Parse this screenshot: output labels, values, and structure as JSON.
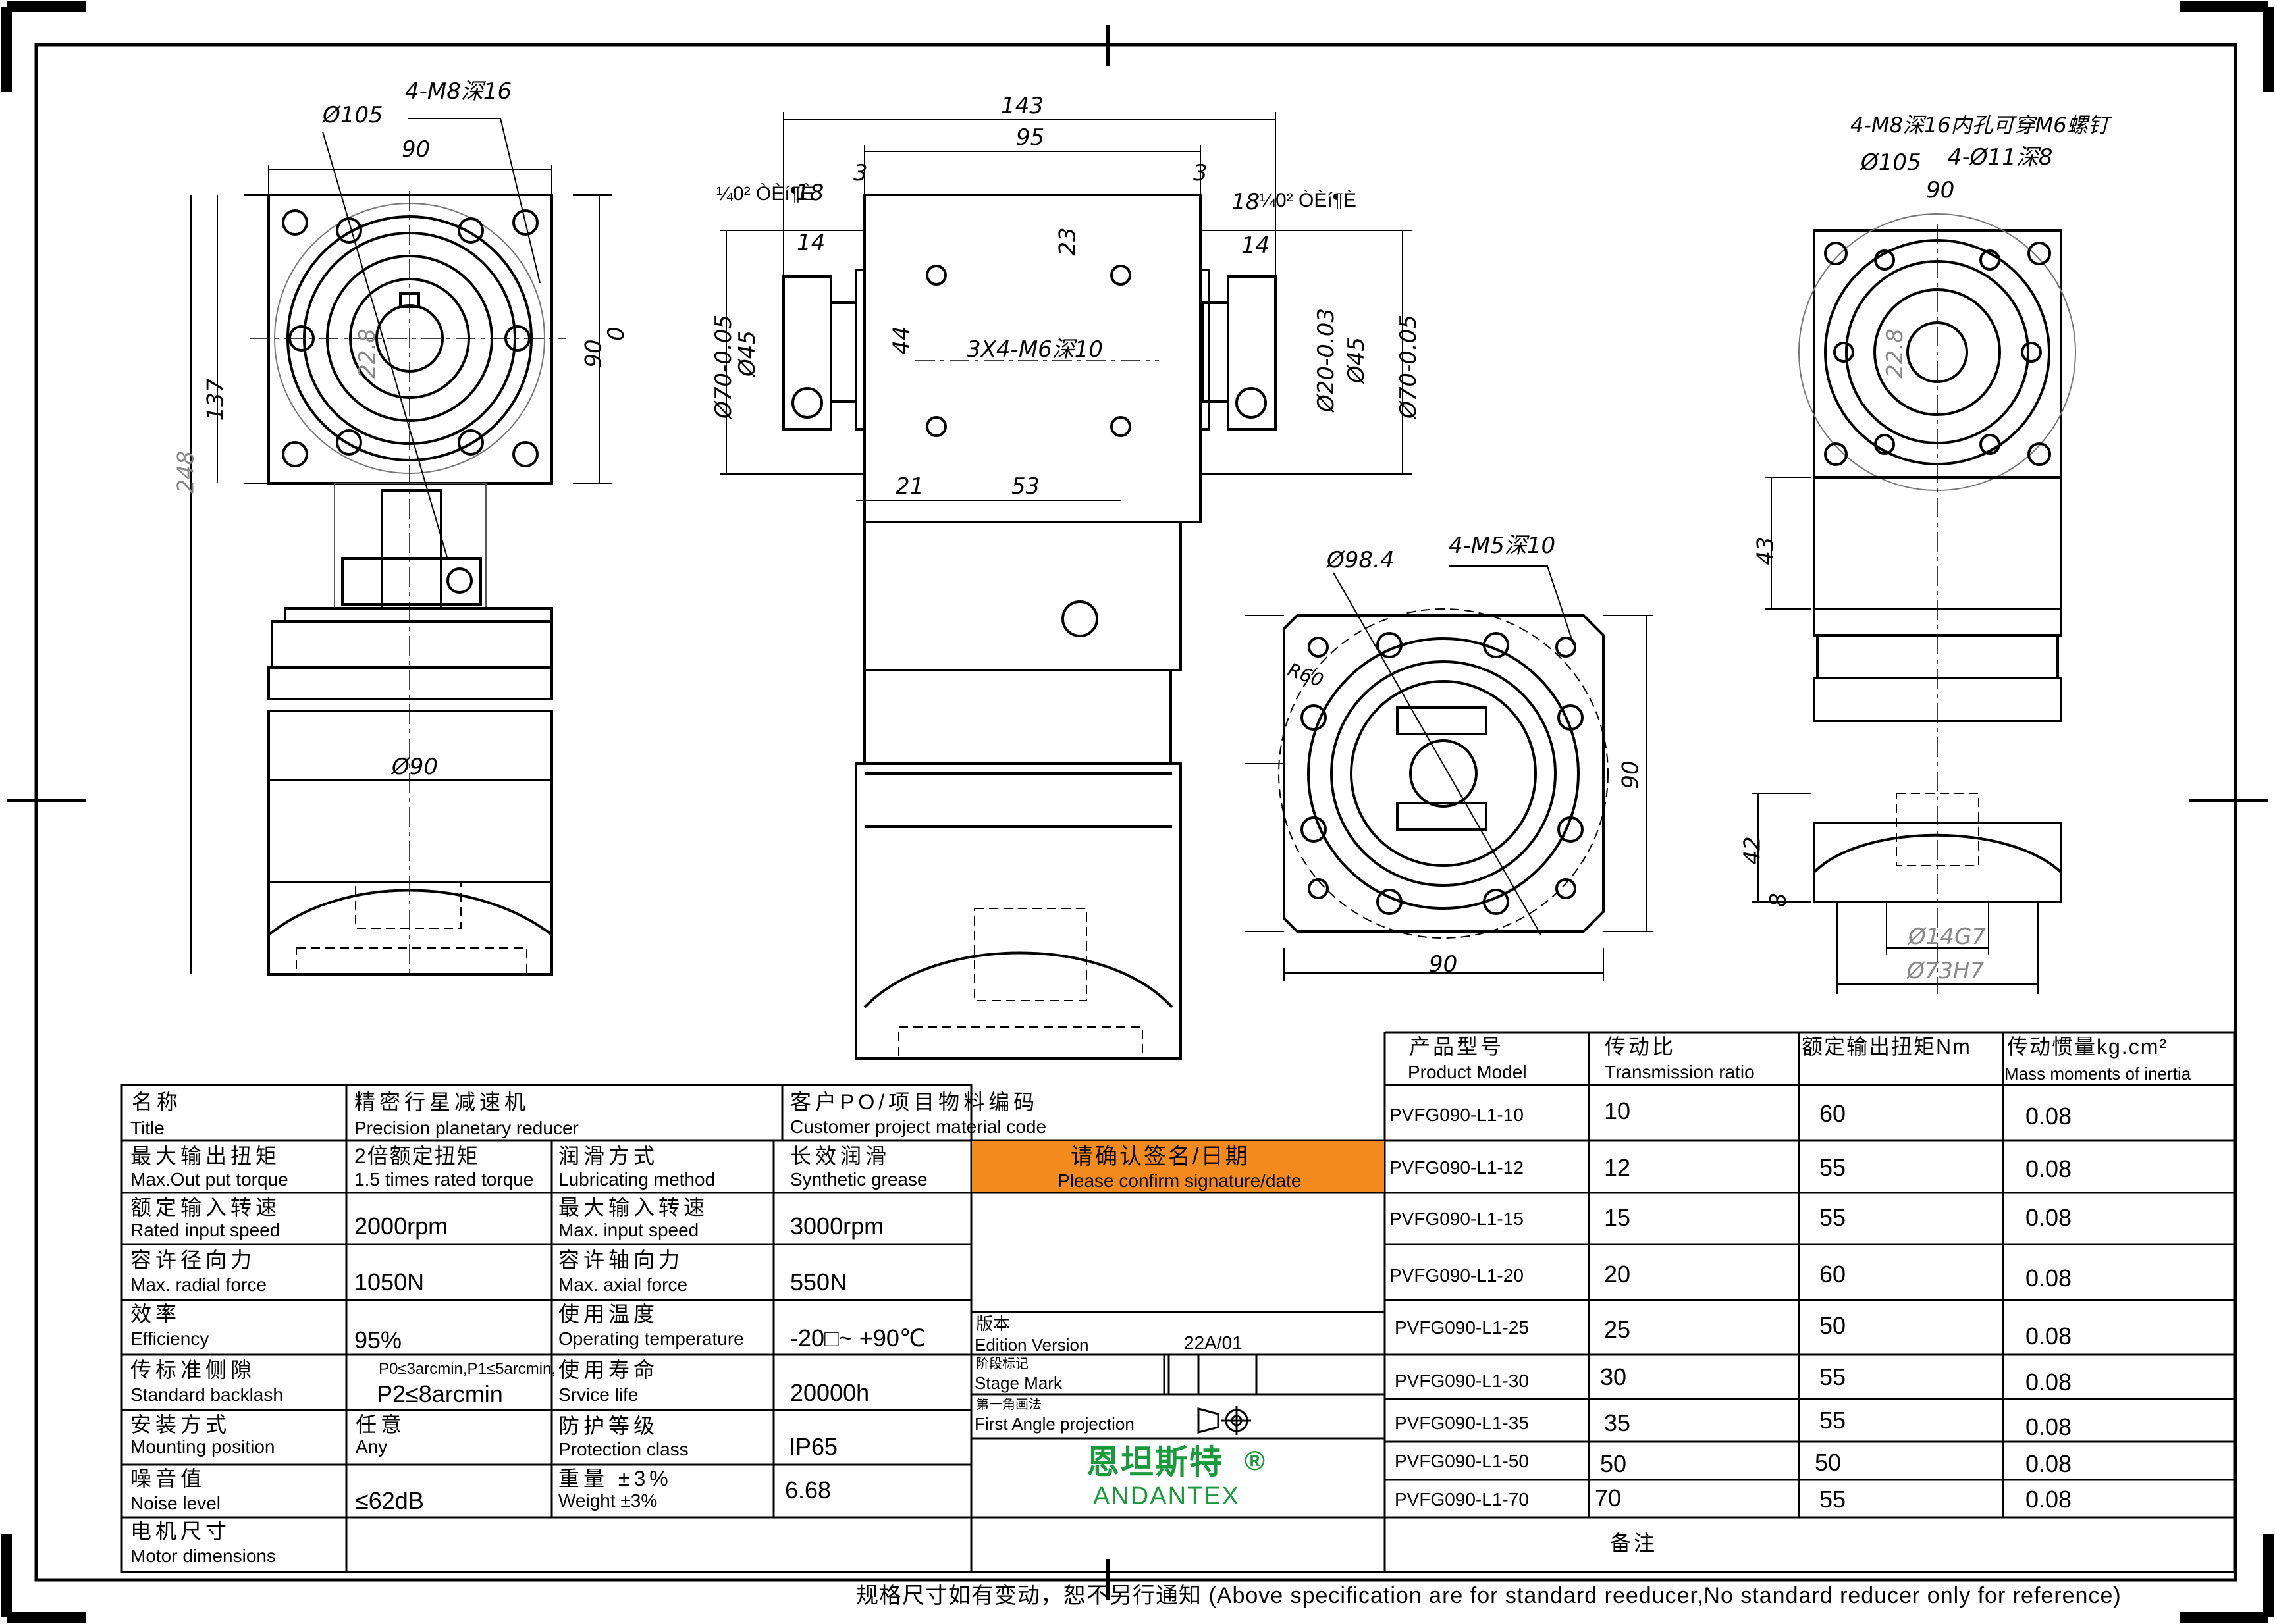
{
  "views": {
    "left": {
      "d105": "Ø105",
      "holes": "4-M8深16",
      "w90": "90",
      "h90": "90",
      "h137": "137",
      "h248": "248",
      "phi90": "Ø90",
      "d22_8": "22.8",
      "zero": "0"
    },
    "front": {
      "d143": "143",
      "d95": "95",
      "d3a": "3",
      "d3b": "3",
      "d18a": "18",
      "d18b": "18",
      "note_l": "¼0² ÒÈí¶È",
      "note_r": "¼0² ÒÈí¶È",
      "d14a": "14",
      "d14b": "14",
      "d23": "23",
      "d44": "44",
      "holes": "3X4-M6深10",
      "d70a": "Ø70-0.05",
      "d45a": "Ø45",
      "d20": "Ø20-0.03",
      "d45b": "Ø45",
      "d70b": "Ø70-0.05",
      "d21": "21",
      "d53": "53"
    },
    "right": {
      "holes1": "4-M8深16内孔可穿M6螺钉",
      "d105": "Ø105",
      "holes2": "4-Ø11深8",
      "w90": "90",
      "d22_8": "22.8",
      "h43": "43",
      "h42": "42",
      "h8": "8",
      "d14": "Ø14G7",
      "d73": "Ø73H7"
    },
    "bottom": {
      "d98": "Ø98.4",
      "holes": "4-M5深10",
      "r60": "R60",
      "w90": "90",
      "h90": "90"
    }
  },
  "spec": {
    "name_cn": "名称",
    "name_en": "Title",
    "title_cn": "精密行星减速机",
    "title_en": "Precision planetary reducer",
    "po_cn": "客户PO/项目物料编码",
    "po_en": "Customer project material code",
    "rows": [
      {
        "l_cn": "最大输出扭矩",
        "l_en": "Max.Out put torque",
        "l_v1": "2倍额定扭矩",
        "l_v2": "1.5 times rated torque",
        "r_cn": "润滑方式",
        "r_en": "Lubricating method",
        "r_v1": "长效润滑",
        "r_v2": "Synthetic grease"
      },
      {
        "l_cn": "额定输入转速",
        "l_en": "Rated input speed",
        "l_v1": "2000rpm",
        "l_v2": "",
        "r_cn": "最大输入转速",
        "r_en": "Max. input speed",
        "r_v1": "3000rpm",
        "r_v2": ""
      },
      {
        "l_cn": "容许径向力",
        "l_en": "Max. radial force",
        "l_v1": "1050N",
        "l_v2": "",
        "r_cn": "容许轴向力",
        "r_en": "Max. axial force",
        "r_v1": "550N",
        "r_v2": ""
      },
      {
        "l_cn": "效率",
        "l_en": "Efficiency",
        "l_v1": "95%",
        "l_v2": "",
        "r_cn": "使用温度",
        "r_en": "Operating temperature",
        "r_v1": "-20□~ +90℃",
        "r_v2": ""
      },
      {
        "l_cn": "传标准侧隙",
        "l_en": "Standard backlash",
        "l_v1": "P0≤3arcmin,P1≤5arcmin,",
        "l_v2": "P2≤8arcmin",
        "r_cn": "使用寿命",
        "r_en": "Srvice life",
        "r_v1": "20000h",
        "r_v2": ""
      },
      {
        "l_cn": "安装方式",
        "l_en": "Mounting position",
        "l_v1": "任意",
        "l_v2": "Any",
        "r_cn": "防护等级",
        "r_en": "Protection class",
        "r_v1": "IP65",
        "r_v2": ""
      },
      {
        "l_cn": "噪音值",
        "l_en": "Noise level",
        "l_v1": "≤62dB",
        "l_v2": "",
        "r_cn": "重量 ±3%",
        "r_en": "Weight ±3%",
        "r_v1": "6.68",
        "r_v2": ""
      }
    ],
    "motor_cn": "电机尺寸",
    "motor_en": "Motor dimensions"
  },
  "confirm": {
    "cn": "请确认签名/日期",
    "en": "Please confirm signature/date",
    "color": "#f28a1e"
  },
  "edition": {
    "cn": "版本",
    "en": "Edition Version",
    "value": "22A/01"
  },
  "stage": {
    "cn": "阶段标记",
    "en": "Stage Mark"
  },
  "projection": {
    "cn": "第一角画法",
    "en": "First Angle projection"
  },
  "brand": {
    "cn": "恩坦斯特",
    "mark": "®",
    "en": "ANDANTEX",
    "color": "#1a9a3c"
  },
  "models": {
    "headers": [
      {
        "cn": "产品型号",
        "en": "Product Model"
      },
      {
        "cn": "传动比",
        "en": "Transmission ratio"
      },
      {
        "cn": "额定输出扭矩Nm",
        "en": ""
      },
      {
        "cn": "传动惯量kg.cm²",
        "en": "Mass moments of inertia"
      }
    ],
    "rows": [
      {
        "model": "PVFG090-L1-10",
        "ratio": "10",
        "torque": "60",
        "inertia": "0.08"
      },
      {
        "model": "PVFG090-L1-12",
        "ratio": "12",
        "torque": "55",
        "inertia": "0.08"
      },
      {
        "model": "PVFG090-L1-15",
        "ratio": "15",
        "torque": "55",
        "inertia": "0.08"
      },
      {
        "model": "PVFG090-L1-20",
        "ratio": "20",
        "torque": "60",
        "inertia": "0.08"
      },
      {
        "model": "PVFG090-L1-25",
        "ratio": "25",
        "torque": "50",
        "inertia": "0.08"
      },
      {
        "model": "PVFG090-L1-30",
        "ratio": "30",
        "torque": "55",
        "inertia": "0.08"
      },
      {
        "model": "PVFG090-L1-35",
        "ratio": "35",
        "torque": "55",
        "inertia": "0.08"
      },
      {
        "model": "PVFG090-L1-50",
        "ratio": "50",
        "torque": "50",
        "inertia": "0.08"
      },
      {
        "model": "PVFG090-L1-70",
        "ratio": "70",
        "torque": "55",
        "inertia": "0.08"
      }
    ],
    "remark": "备注"
  },
  "footer": "规格尺寸如有变动，恕不另行通知 (Above specification are for standard reeducer,No standard reducer only for reference)"
}
